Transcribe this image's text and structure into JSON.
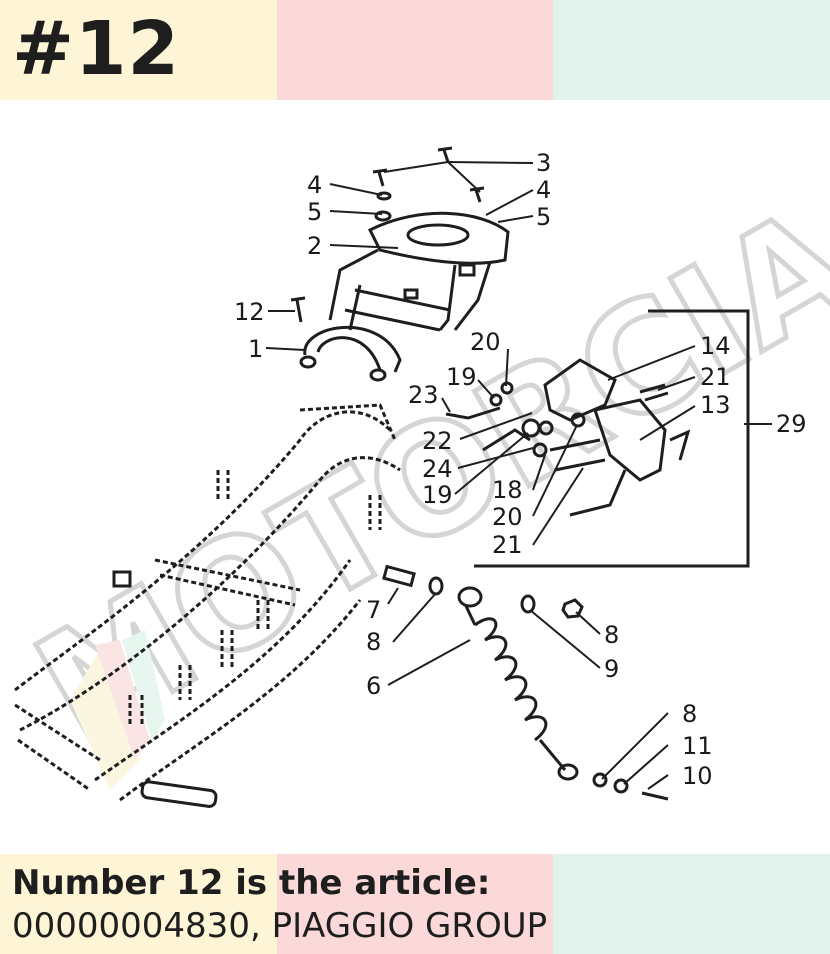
{
  "header": {
    "badge": "#12"
  },
  "caption": {
    "headline": "Number 12 is the article:",
    "article": "00000004830, PIAGGIO GROUP"
  },
  "watermark": {
    "text": "MOTORCIA"
  },
  "colors": {
    "ink": "#1e1e1e",
    "band_yellow": "#fdf5d6",
    "band_pink": "#fbd9d9",
    "band_mint": "#e1f3ec"
  },
  "callouts": [
    "3",
    "4",
    "4",
    "5",
    "5",
    "2",
    "12",
    "1",
    "20",
    "14",
    "19",
    "21",
    "23",
    "13",
    "29",
    "22",
    "24",
    "18",
    "19",
    "20",
    "21",
    "7",
    "8",
    "8",
    "9",
    "6",
    "8",
    "11",
    "10"
  ]
}
